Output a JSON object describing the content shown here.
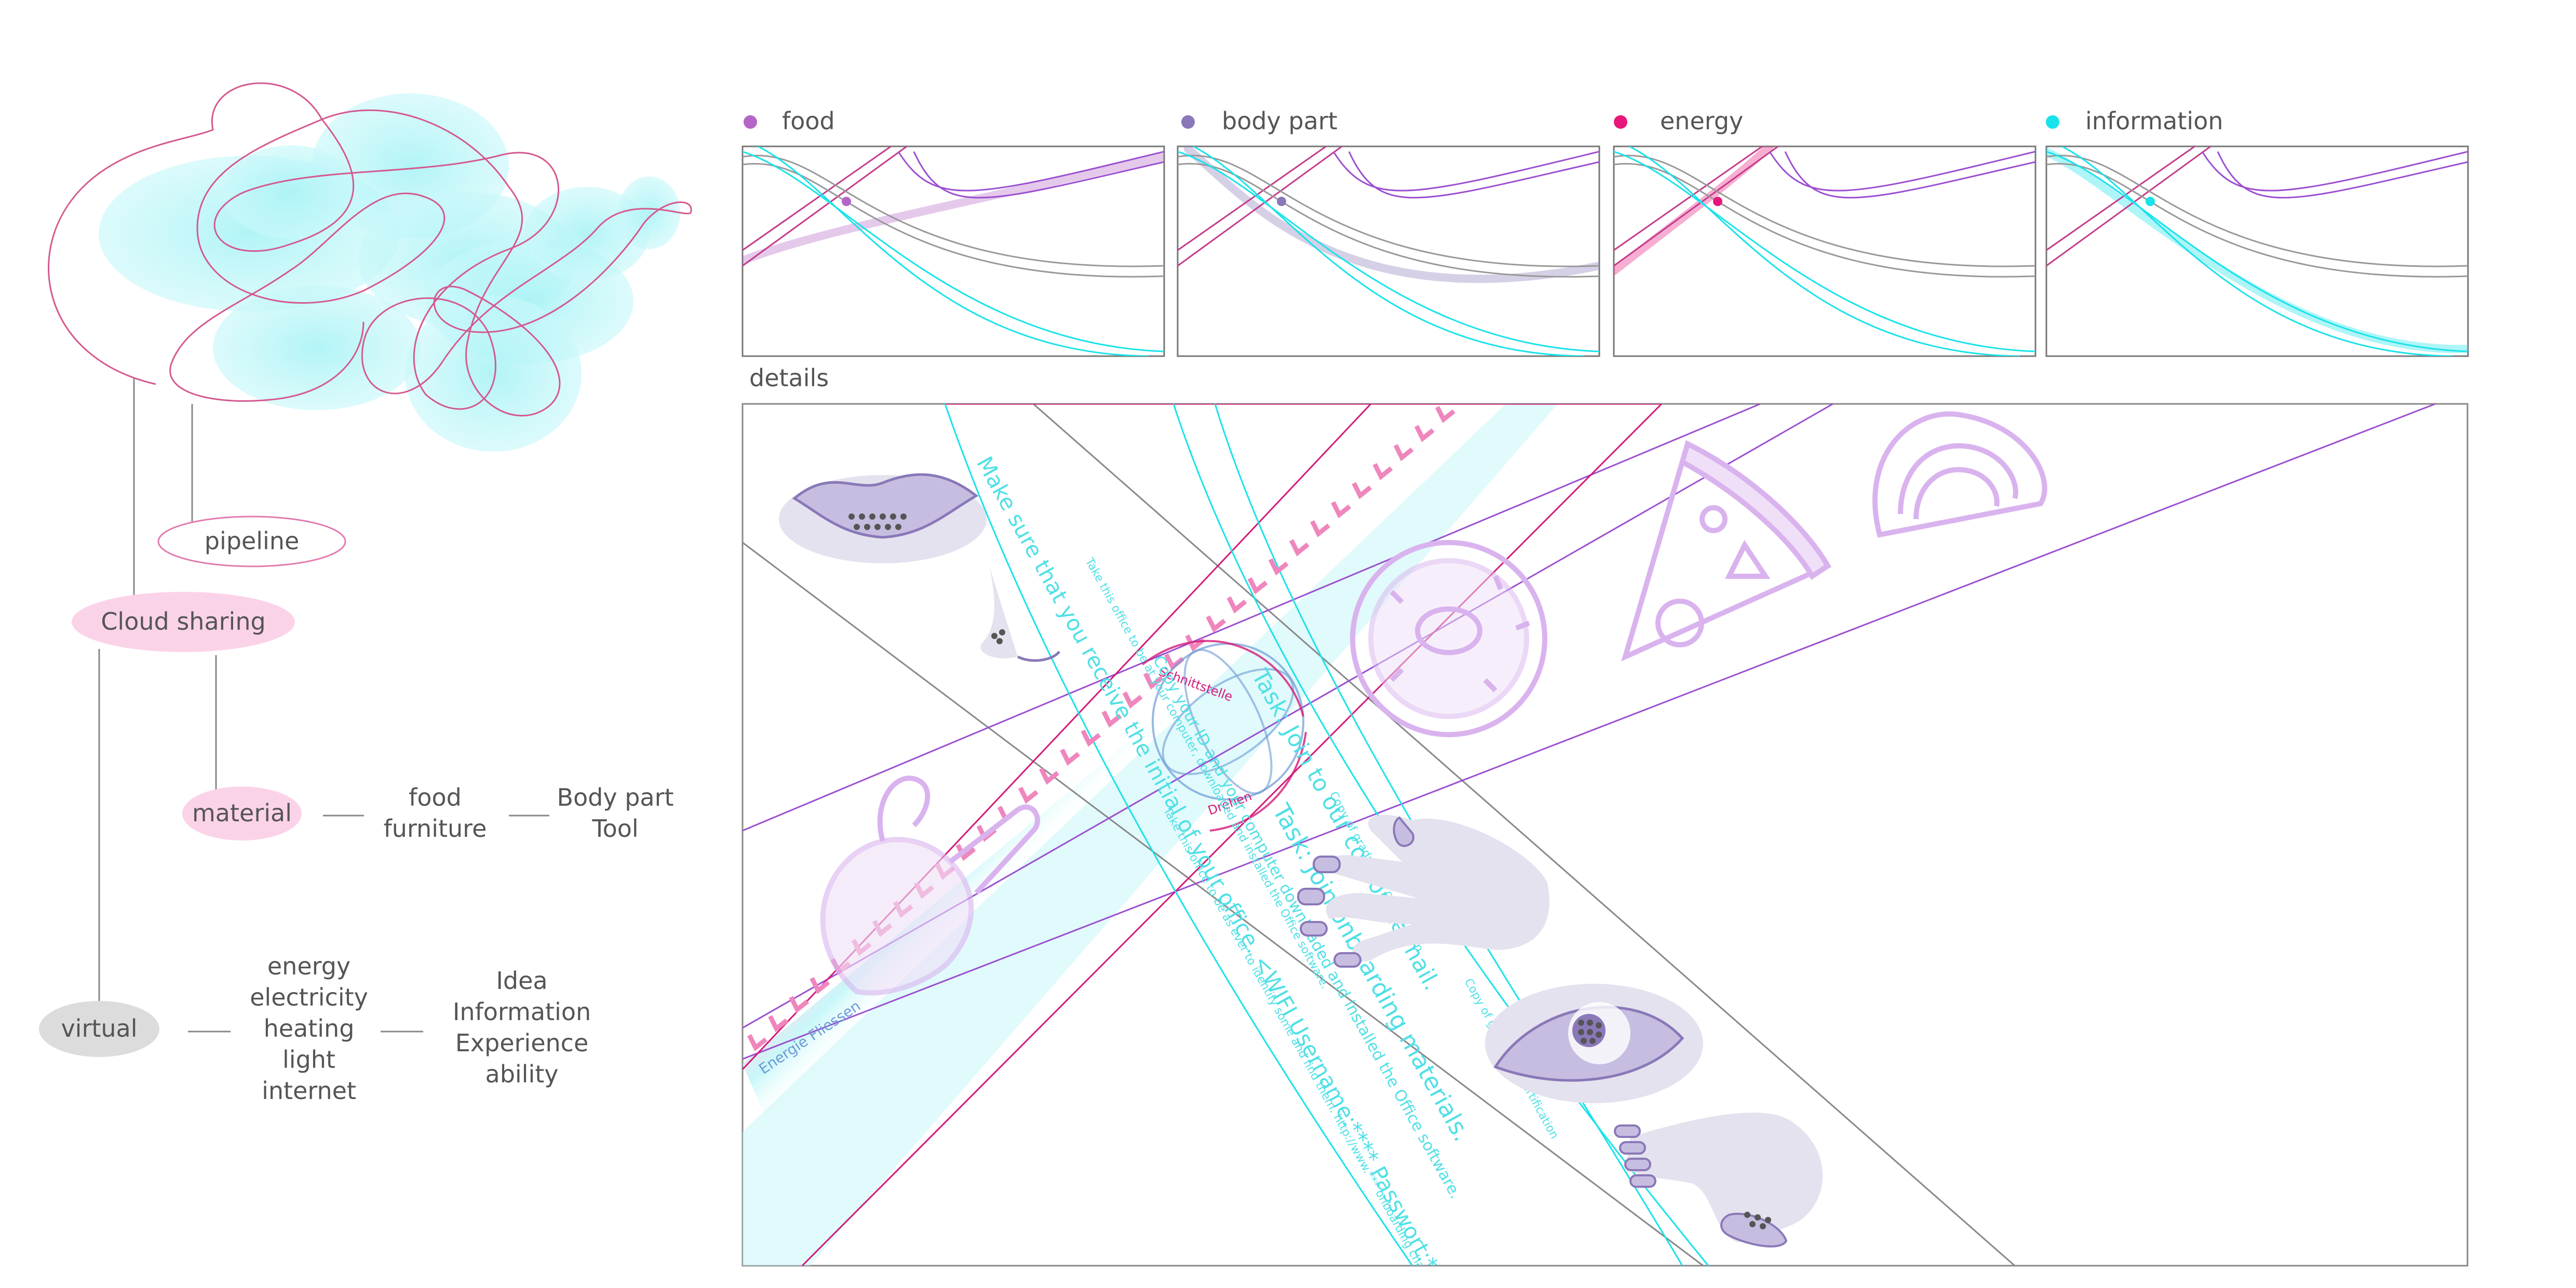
{
  "colors": {
    "food": "#b565c7",
    "body_part": "#8a78b8",
    "energy": "#e8187a",
    "information": "#19e3ea",
    "cyan_fill": "#bff6f8",
    "pink_fill": "#fbd3e9",
    "grey_fill": "#dcdcdc",
    "text": "#555555"
  },
  "tree": {
    "pipeline": "pipeline",
    "cloud_sharing": "Cloud sharing",
    "material": "material",
    "material_items_1": [
      "food",
      "furniture"
    ],
    "material_items_2": [
      "Body part",
      "Tool"
    ],
    "virtual": "virtual",
    "virtual_items_1": [
      "energy",
      "electricity",
      "heating",
      "light",
      "internet"
    ],
    "virtual_items_2": [
      "Idea",
      "Information",
      "Experience",
      "ability"
    ]
  },
  "legend": [
    {
      "key": "food",
      "label": "food",
      "color": "#b565c7"
    },
    {
      "key": "body_part",
      "label": "body part",
      "color": "#8a78b8"
    },
    {
      "key": "energy",
      "label": "energy",
      "color": "#e8187a"
    },
    {
      "key": "information",
      "label": "information",
      "color": "#19e3ea"
    }
  ],
  "details": {
    "title": "details",
    "text_lines": [
      "Make sure that you receive the initial of your office. <WIFI Username:**** Passwort:*****>",
      "Take this office to be at your computer, downloaded and installed the Office software.",
      "Copy your ID and your computer downloaded and installed the Office software.",
      "Task: Join to our corporate mail.",
      "Task: Join onboarding materials.",
      "Copy of graduation certification",
      "Copy of graduation certification",
      "Take this office to be as ever to identify some and find them. http://www.*** onboarding chart"
    ],
    "labels": {
      "schnittstelle": "Schnittstelle",
      "drehen": "Drehen",
      "energie": "Energie Fliessen"
    }
  }
}
